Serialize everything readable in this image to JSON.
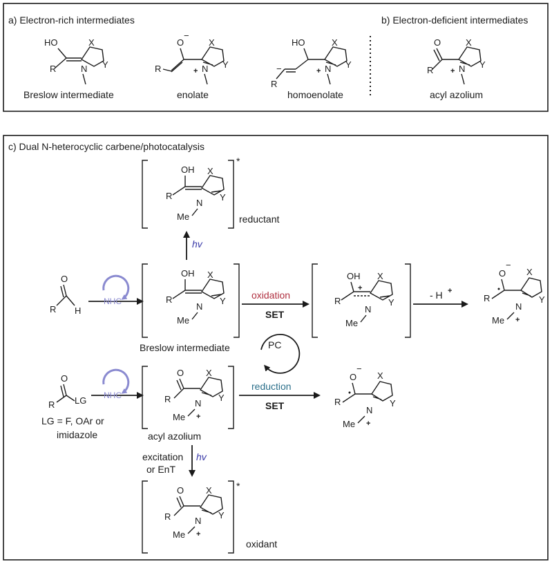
{
  "panel_a": {
    "title": "a) Electron-rich intermediates",
    "labels": [
      "Breslow intermediate",
      "enolate",
      "homoenolate"
    ]
  },
  "panel_b": {
    "title": "b) Electron-deficient intermediates",
    "labels": [
      "acyl azolium"
    ]
  },
  "panel_c": {
    "title": "c) Dual N-heterocyclic carbene/photocatalysis",
    "reductant": "reductant",
    "oxidant": "oxidant",
    "hv": "hv",
    "nhc": "NHC",
    "oxidation": "oxidation",
    "reduction": "reduction",
    "set": "SET",
    "deprotonation": "- H",
    "plus": "+",
    "pc": "PC",
    "breslow": "Breslow intermediate",
    "acyl_azolium": "acyl azolium",
    "lg_line1": "LG = F,  OAr or",
    "lg_line2": "imidazole",
    "excitation_line1": "excitation",
    "excitation_line2": "or EnT",
    "star": "*"
  },
  "atoms": {
    "R": "R",
    "X": "X",
    "Y": "Y",
    "N": "N",
    "O": "O",
    "OH": "OH",
    "HO": "HO",
    "H": "H",
    "LG": "LG",
    "Me": "Me",
    "minus": "−",
    "plus": "+"
  },
  "colors": {
    "oxidation": "#b03040",
    "reduction": "#2b6f8a",
    "hv": "#3a3aa8",
    "nhc_circle": "#8a8ad0"
  }
}
